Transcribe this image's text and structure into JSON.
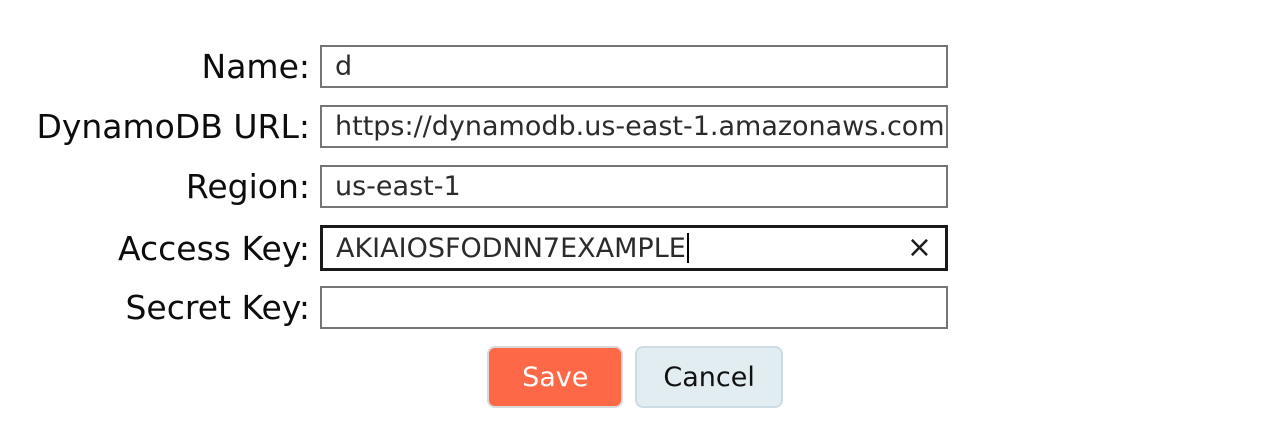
{
  "form": {
    "fields": [
      {
        "id": "name",
        "label": "Name:",
        "value": "d"
      },
      {
        "id": "dynamodb-url",
        "label": "DynamoDB URL:",
        "value": "https://dynamodb.us-east-1.amazonaws.com"
      },
      {
        "id": "region",
        "label": "Region:",
        "value": "us-east-1"
      },
      {
        "id": "access-key",
        "label": "Access Key:",
        "value": "AKIAIOSFODNN7EXAMPLE",
        "focused": true
      },
      {
        "id": "secret-key",
        "label": "Secret Key:",
        "value": ""
      }
    ],
    "icons": {
      "clear_icon": "×"
    },
    "buttons": {
      "save": "Save",
      "cancel": "Cancel"
    },
    "colors": {
      "save_bg": "#fd6847",
      "save_text": "#ffffff",
      "save_border": "#d9d9d9",
      "cancel_bg": "#e2edf1",
      "cancel_text": "#111111",
      "cancel_border": "#ccdce2",
      "input_border": "#757575",
      "input_border_focused": "#191919",
      "label_text": "#0d0d0d",
      "input_text": "#2b2b2b"
    }
  }
}
